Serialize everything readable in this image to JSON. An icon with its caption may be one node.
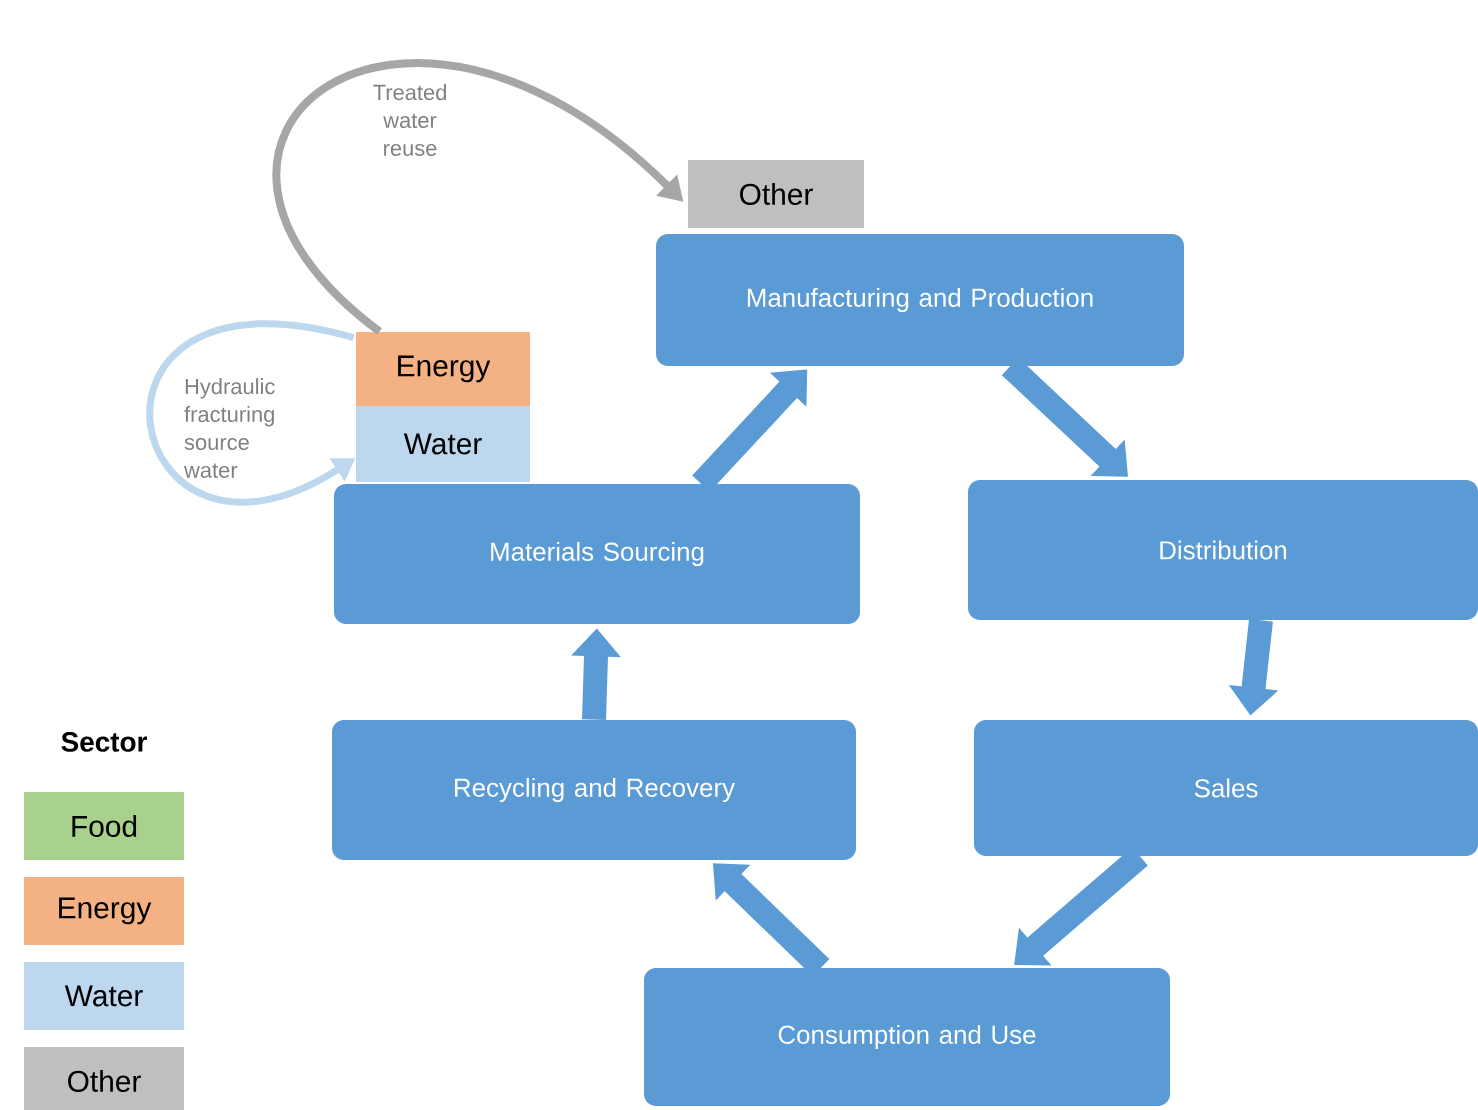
{
  "diagram": {
    "nodes": [
      {
        "text": [
          "Manufacturing and Production"
        ]
      },
      {
        "text": [
          "Distribution"
        ]
      },
      {
        "text": [
          "Sales"
        ]
      },
      {
        "text": [
          "Consumption and Use"
        ]
      },
      {
        "text": [
          "Recycling and Recovery"
        ]
      },
      {
        "text": [
          "Materials Sourcing"
        ]
      },
      {
        "text": [
          "Other"
        ]
      },
      {
        "text": [
          "Energy"
        ]
      },
      {
        "text": [
          "Water"
        ]
      }
    ],
    "edges": [
      {
        "from": 5,
        "to": 0,
        "arrow": "to"
      },
      {
        "from": 0,
        "to": 1,
        "arrow": "to"
      },
      {
        "from": 1,
        "to": 2,
        "arrow": "to"
      },
      {
        "from": 2,
        "to": 3,
        "arrow": "to"
      },
      {
        "from": 3,
        "to": 4,
        "arrow": "to"
      },
      {
        "from": 4,
        "to": 5,
        "arrow": "to"
      },
      {
        "from": 7,
        "to": 6,
        "arrow": "to",
        "label": "Treated water reuse",
        "color": "#a6a6a6"
      },
      {
        "from": 7,
        "to": 8,
        "arrow": "to",
        "label": "Hydraulic fracturing source water",
        "color": "#bdd7ee"
      }
    ],
    "labels": [
      "Sector"
    ],
    "legend": [
      {
        "text": "Food",
        "color": "#a9d18e"
      },
      {
        "text": "Energy",
        "color": "#f4b183"
      },
      {
        "text": "Water",
        "color": "#bdd7ee"
      },
      {
        "text": "Other",
        "color": "#bfbfbf"
      }
    ]
  }
}
